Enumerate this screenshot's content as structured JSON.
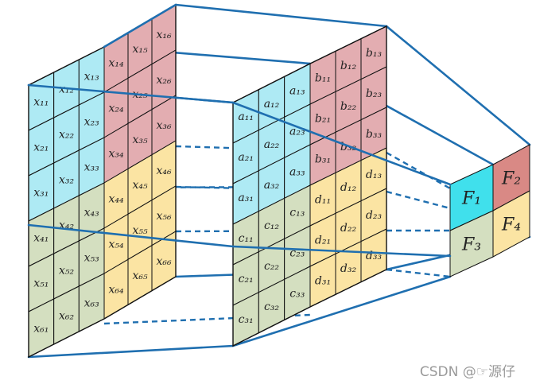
{
  "colors": {
    "cyan": "#aeeaf4",
    "pink": "#e3adb1",
    "yellow": "#fbe4a3",
    "green": "#d4dfc0",
    "F1": "#40e0ec",
    "F2": "#d98985",
    "F3": "#d4dfc0",
    "F4": "#fbe4a3",
    "line": "#1f6fb0"
  },
  "matrix_x": {
    "row1": [
      "x₁₁",
      "x₁₂",
      "x₁₃",
      "x₁₄",
      "x₁₅",
      "x₁₆"
    ],
    "row2": [
      "x₂₁",
      "x₂₂",
      "x₂₃",
      "x₂₄",
      "x₂₅",
      "x₂₆"
    ],
    "row3": [
      "x₃₁",
      "x₃₂",
      "x₃₃",
      "x₃₄",
      "x₃₅",
      "x₃₆"
    ],
    "row4": [
      "x₄₁",
      "x₄₂",
      "x₄₃",
      "x₄₄",
      "x₄₅",
      "x₄₆"
    ],
    "row5": [
      "x₅₁",
      "x₅₂",
      "x₅₃",
      "x₅₄",
      "x₅₅",
      "x₅₆"
    ],
    "row6": [
      "x₆₁",
      "x₆₂",
      "x₆₃",
      "x₆₄",
      "x₆₅",
      "x₆₆"
    ]
  },
  "matrix_mid": {
    "row1": [
      "a₁₁",
      "a₁₂",
      "a₁₃",
      "b₁₁",
      "b₁₂",
      "b₁₃"
    ],
    "row2": [
      "a₂₁",
      "a₂₂",
      "a₂₃",
      "b₂₁",
      "b₂₂",
      "b₂₃"
    ],
    "row3": [
      "a₃₁",
      "a₃₂",
      "a₃₃",
      "b₃₁",
      "b₃₂",
      "b₃₃"
    ],
    "row4": [
      "c₁₁",
      "c₁₂",
      "c₁₃",
      "d₁₁",
      "d₁₂",
      "d₁₃"
    ],
    "row5": [
      "c₂₁",
      "c₂₂",
      "c₂₃",
      "d₂₁",
      "d₂₂",
      "d₂₃"
    ],
    "row6": [
      "c₃₁",
      "c₃₂",
      "c₃₃",
      "d₃₁",
      "d₃₂",
      "d₃₃"
    ]
  },
  "features": {
    "F1": "F₁",
    "F2": "F₂",
    "F3": "F₃",
    "F4": "F₄"
  },
  "watermark": "CSDN @☞源仔"
}
